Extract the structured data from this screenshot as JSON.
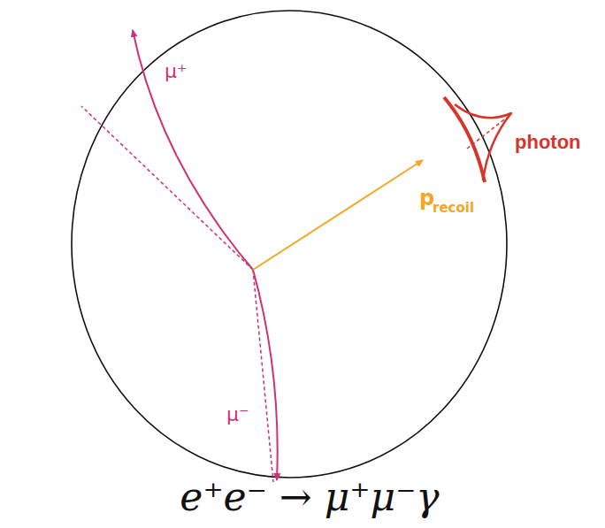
{
  "diagram": {
    "labels": [
      "μ⁺",
      "μ⁻",
      "p",
      "recoil",
      "photon",
      "e⁺e⁻ → μ⁺μ⁻γ"
    ]
  }
}
